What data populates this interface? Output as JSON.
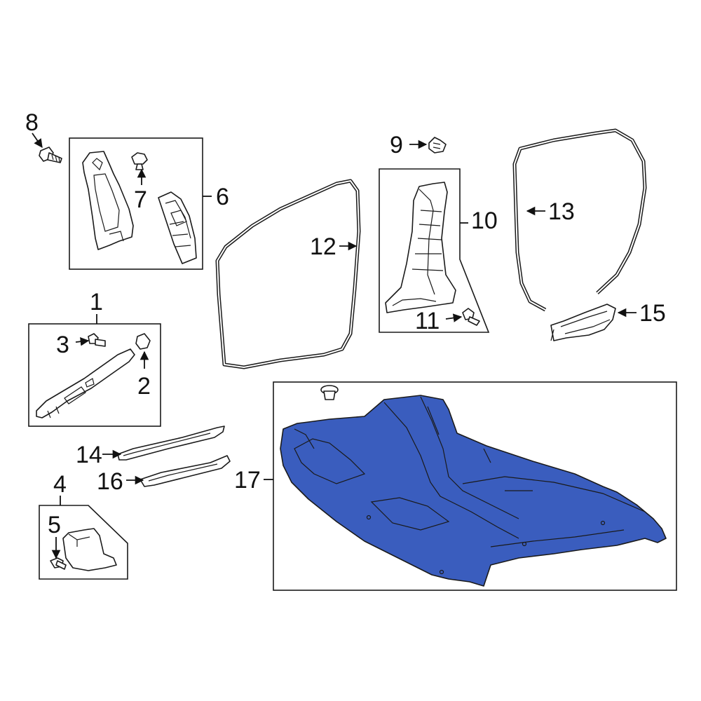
{
  "colors": {
    "highlight": "#3a5dbe",
    "line": "#1a1a1a",
    "background": "#ffffff"
  },
  "callouts": {
    "c1": "1",
    "c2": "2",
    "c3": "3",
    "c4": "4",
    "c5": "5",
    "c6": "6",
    "c7": "7",
    "c8": "8",
    "c9": "9",
    "c10": "10",
    "c11": "11",
    "c12": "12",
    "c13": "13",
    "c14": "14",
    "c15": "15",
    "c16": "16",
    "c17": "17"
  },
  "highlighted_part": "17"
}
